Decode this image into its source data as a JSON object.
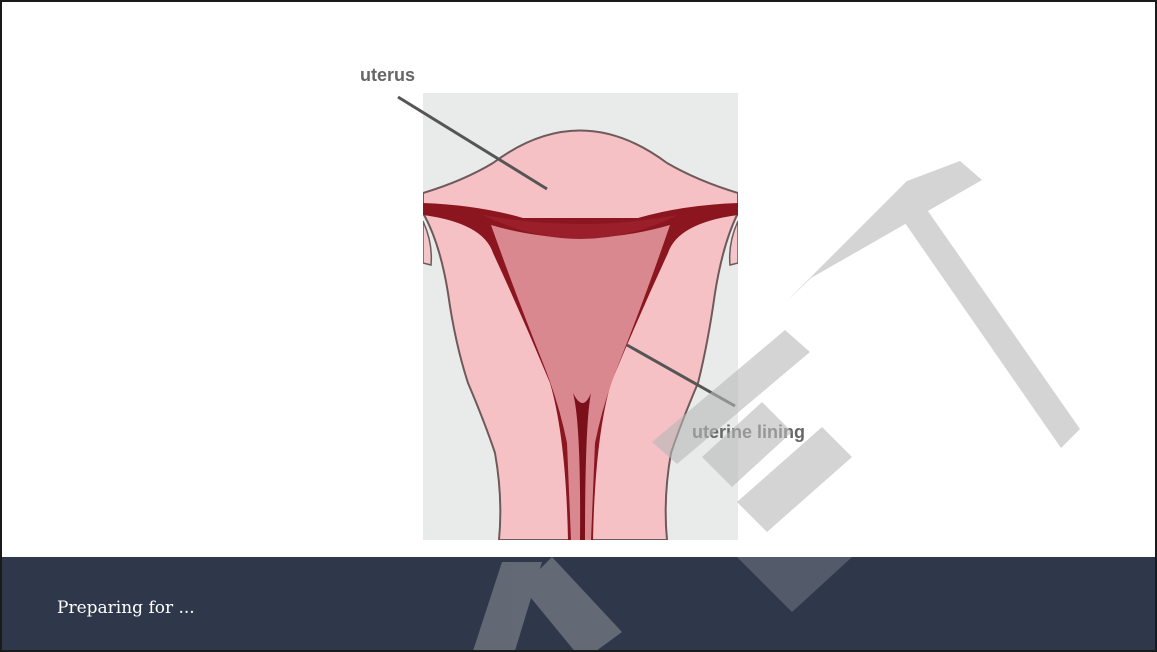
{
  "labels": {
    "uterus": "uterus",
    "uterine_lining": "uterine lining"
  },
  "footer": {
    "text": "Preparing for ..."
  },
  "watermark": {
    "text": "NET",
    "color": "#c4c4c4"
  },
  "colors": {
    "slide_background": "#ffffff",
    "figure_background": "#e9ebea",
    "uterus_tissue": "#f6c1c4",
    "uterine_cavity": "#d9888f",
    "lining_dark": "#8b1620",
    "outline": "#6e5a5a",
    "label_text": "#666666",
    "footer_background": "#2f384b",
    "footer_text": "#ffffff"
  }
}
